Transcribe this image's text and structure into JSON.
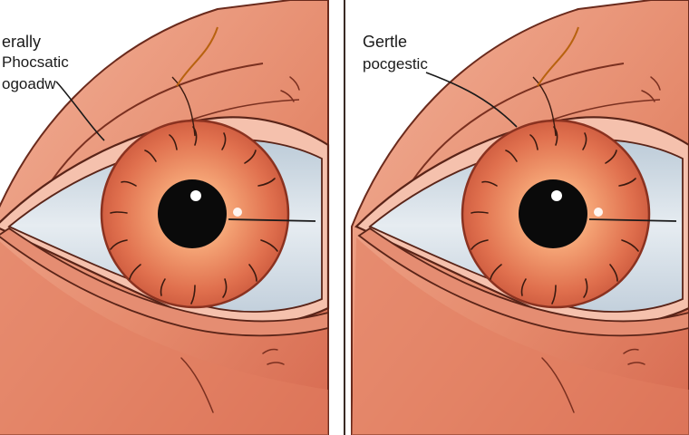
{
  "panels": [
    {
      "id": "left",
      "labels": [
        "erally",
        "Phocsatic",
        "ogoadw"
      ]
    },
    {
      "id": "right",
      "labels": [
        "Gertle",
        "pocgestic"
      ]
    }
  ],
  "colors": {
    "background": "#ffffff",
    "eyelid": "#e99a7e",
    "eyelid_shade": "#d7735a",
    "outline": "#5a2418",
    "sclera": "#d7e0e8",
    "iris": "#e07a55",
    "iris_inner": "#f2a779",
    "pupil": "#0a0a0a",
    "divider": "#3a2a24"
  },
  "icons": [
    "eye-illustration",
    "pupil-highlight",
    "nerve-fiber"
  ]
}
